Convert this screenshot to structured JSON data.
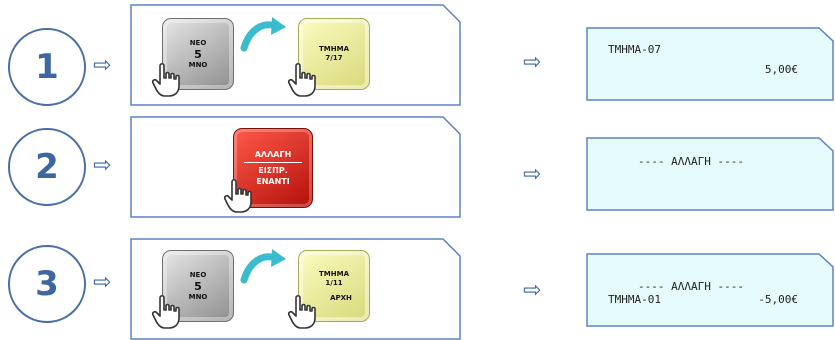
{
  "steps": [
    {
      "number": "1",
      "keys": {
        "first": {
          "top": "ΝΕΟ",
          "value": "5",
          "bottom": "ΜΝΟ"
        },
        "second": {
          "line1": "ΤΜΗΜΑ",
          "line2": "7/17"
        }
      },
      "display": {
        "line1": "ΤΜΗΜΑ-07",
        "line2": "5,00€"
      }
    },
    {
      "number": "2",
      "keys": {
        "red": {
          "line1": "ΑΛΛΑΓΗ",
          "line2": "ΕΙΣΠΡ.",
          "line3": "ΕΝΑΝΤΙ"
        }
      },
      "display": {
        "line1": "---- ΑΛΛΑΓΗ ----"
      }
    },
    {
      "number": "3",
      "keys": {
        "first": {
          "top": "ΝΕΟ",
          "value": "5",
          "bottom": "ΜΝΟ"
        },
        "second": {
          "line1": "ΤΜΗΜΑ",
          "line2": "1/11",
          "line3": "ΑΡΧΗ"
        }
      },
      "display": {
        "line1": "---- ΑΛΛΑΓΗ ----",
        "line2_left": "ΤΜΗΜΑ-01",
        "line2_right": "-5,00€"
      }
    }
  ],
  "arrow_glyph": "⇨",
  "colors": {
    "accent": "#3e66a0",
    "panel_border": "#5b82c5",
    "display_bg": "#e6fbfb",
    "display_border": "#5b82c5"
  }
}
